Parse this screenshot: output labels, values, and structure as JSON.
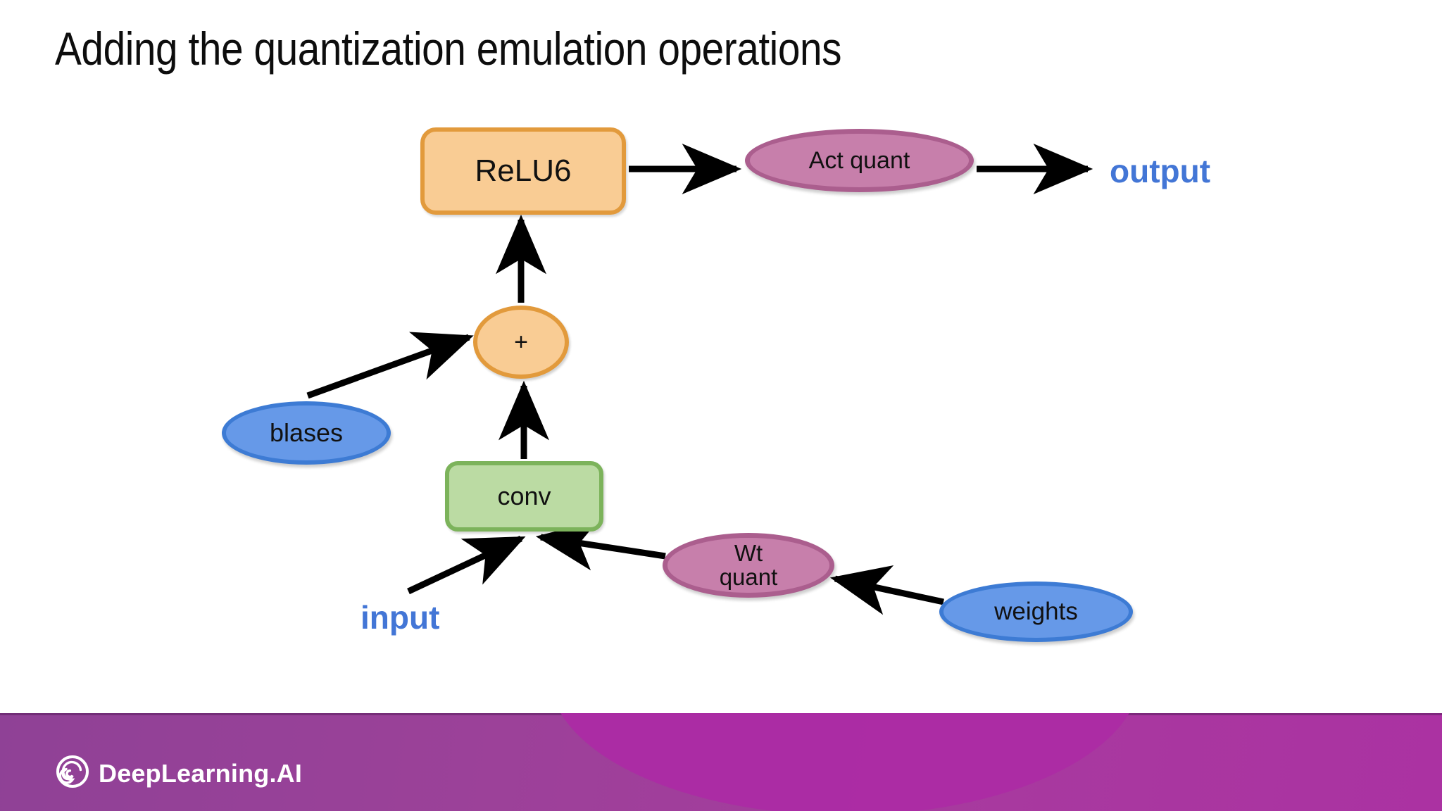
{
  "slide": {
    "title": "Adding the quantization emulation operations",
    "background_color": "#ffffff"
  },
  "diagram": {
    "type": "flow-graph",
    "nodes": [
      {
        "id": "relu6",
        "label": "ReLU6",
        "shape": "rounded-rect",
        "fill": "#f9cc94",
        "stroke": "#e29a3c"
      },
      {
        "id": "act_quant",
        "label": "Act quant",
        "shape": "ellipse",
        "fill": "#c77fab",
        "stroke": "#ab5e8e"
      },
      {
        "id": "plus",
        "label": "+",
        "shape": "ellipse",
        "fill": "#f9cc94",
        "stroke": "#e29a3c"
      },
      {
        "id": "biases",
        "label": "blases",
        "shape": "ellipse",
        "fill": "#6699e8",
        "stroke": "#3d7bd4"
      },
      {
        "id": "conv",
        "label": "conv",
        "shape": "rounded-rect",
        "fill": "#bbdba3",
        "stroke": "#7cb35b"
      },
      {
        "id": "wt_quant",
        "label_line1": "Wt",
        "label_line2": "quant",
        "shape": "ellipse",
        "fill": "#c77fab",
        "stroke": "#ab5e8e"
      },
      {
        "id": "weights",
        "label": "weights",
        "shape": "ellipse",
        "fill": "#6699e8",
        "stroke": "#3d7bd4"
      }
    ],
    "io_labels": [
      {
        "id": "input",
        "text": "input",
        "color": "#4376d6"
      },
      {
        "id": "output",
        "text": "output",
        "color": "#4376d6"
      }
    ],
    "edges": [
      {
        "from": "relu6",
        "to": "act_quant"
      },
      {
        "from": "act_quant",
        "to": "output"
      },
      {
        "from": "plus",
        "to": "relu6"
      },
      {
        "from": "biases",
        "to": "plus"
      },
      {
        "from": "conv",
        "to": "plus"
      },
      {
        "from": "input",
        "to": "conv"
      },
      {
        "from": "wt_quant",
        "to": "conv"
      },
      {
        "from": "weights",
        "to": "wt_quant"
      }
    ]
  },
  "footer": {
    "brand": "DeepLearning.AI",
    "gradient_start": "#8f4196",
    "gradient_end": "#ab32a2",
    "blob_color": "#ac2ba4"
  }
}
